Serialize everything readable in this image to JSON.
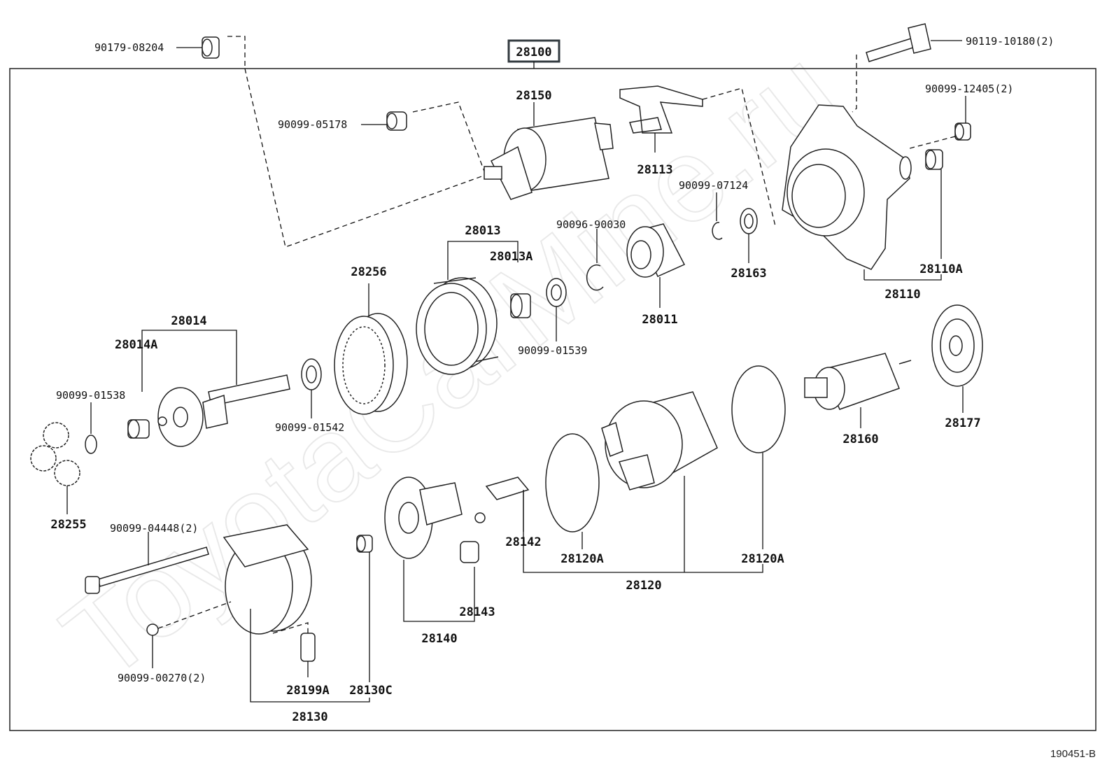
{
  "watermark": "ToyotaCarMine.ru",
  "assembly_label": "28100",
  "figure_ref": "190451-B",
  "labels": {
    "p90179_08204": "90179-08204",
    "p90119_10180": "90119-10180(2)",
    "p28150": "28150",
    "p90099_05178": "90099-05178",
    "p28113": "28113",
    "p90099_12405": "90099-12405(2)",
    "p90099_07124": "90099-07124",
    "p28013": "28013",
    "p28013A": "28013A",
    "p90096_90030": "90096-90030",
    "p28256": "28256",
    "p28163": "28163",
    "p28110A": "28110A",
    "p28110": "28110",
    "p28011": "28011",
    "p28014": "28014",
    "p28014A": "28014A",
    "p90099_01539": "90099-01539",
    "p90099_01538": "90099-01538",
    "p90099_01542": "90099-01542",
    "p28160": "28160",
    "p28177": "28177",
    "p28255": "28255",
    "p90099_04448": "90099-04448(2)",
    "p28142": "28142",
    "p28120A_1": "28120A",
    "p28120A_2": "28120A",
    "p28120": "28120",
    "p28143": "28143",
    "p28140": "28140",
    "p90099_00270": "90099-00270(2)",
    "p28199A": "28199A",
    "p28130C": "28130C",
    "p28130": "28130"
  }
}
